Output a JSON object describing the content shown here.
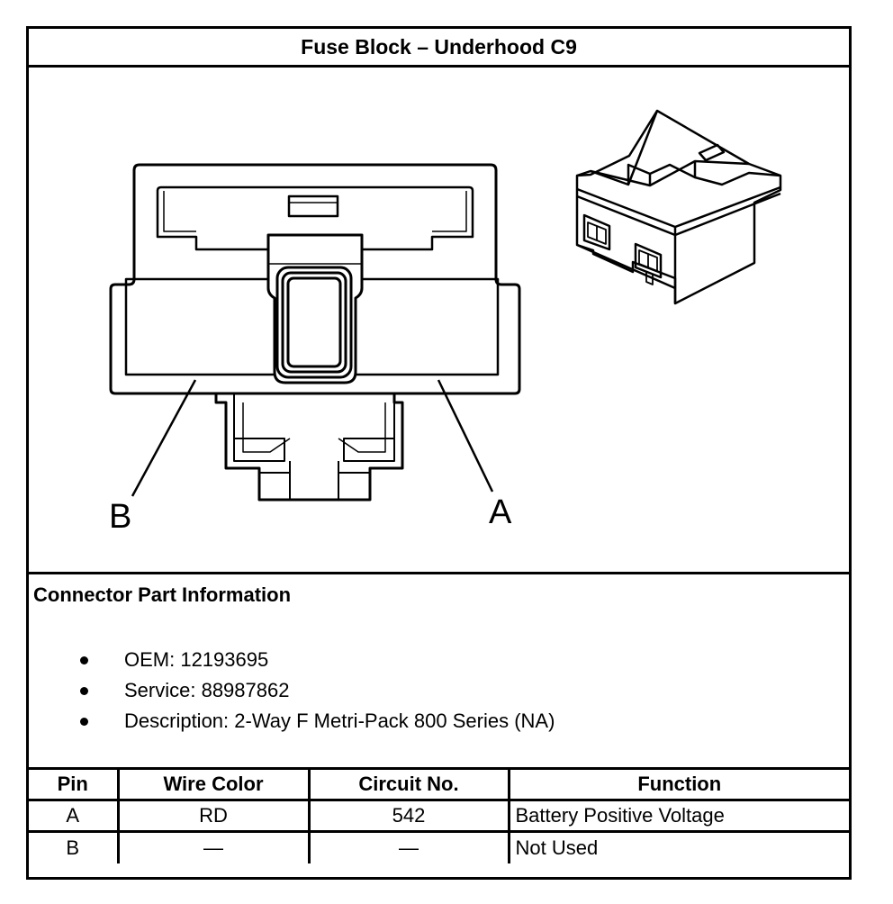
{
  "title": "Fuse Block – Underhood C9",
  "diagram": {
    "pin_labels": {
      "a": "A",
      "b": "B"
    }
  },
  "part_info": {
    "heading": "Connector Part Information",
    "bullets": [
      "OEM: 12193695",
      "Service: 88987862",
      "Description: 2-Way F Metri-Pack 800 Series (NA)"
    ]
  },
  "table": {
    "headers": [
      "Pin",
      "Wire Color",
      "Circuit No.",
      "Function"
    ],
    "rows": [
      [
        "A",
        "RD",
        "542",
        "Battery Positive Voltage"
      ],
      [
        "B",
        "—",
        "—",
        "Not Used"
      ]
    ]
  }
}
